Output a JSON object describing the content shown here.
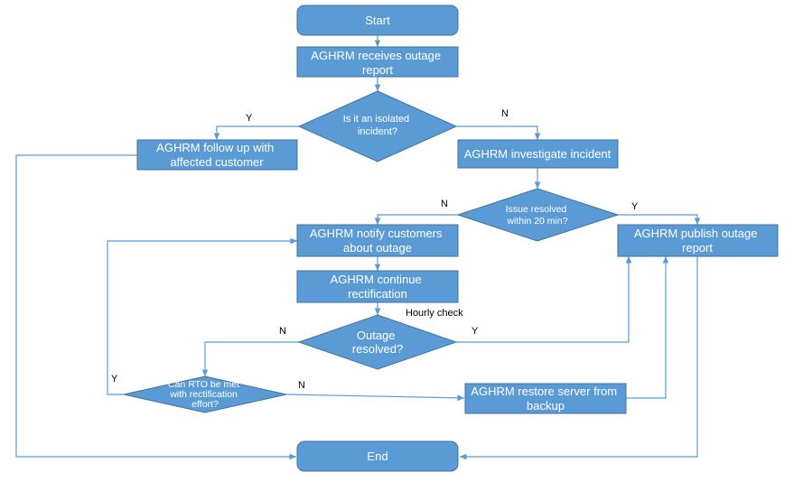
{
  "nodes": {
    "start": {
      "lines": [
        "Start"
      ]
    },
    "receive": {
      "lines": [
        "AGHRM receives outage",
        "report"
      ]
    },
    "isolated": {
      "lines": [
        "Is it an isolated",
        "incident?"
      ]
    },
    "follow_up": {
      "lines": [
        "AGHRM follow up with",
        "affected customer"
      ]
    },
    "investigate": {
      "lines": [
        "AGHRM investigate incident"
      ]
    },
    "resolved20": {
      "lines": [
        "Issue resolved",
        "within 20 min?"
      ]
    },
    "notify": {
      "lines": [
        "AGHRM  notify customers",
        "about outage"
      ]
    },
    "publish": {
      "lines": [
        "AGHRM  publish outage",
        "report"
      ]
    },
    "continue": {
      "lines": [
        "AGHRM continue",
        "rectification"
      ]
    },
    "outage_resolved": {
      "lines": [
        "Outage",
        "resolved?"
      ]
    },
    "rto": {
      "lines": [
        "Can RTO be met",
        "with rectification",
        "effort?"
      ]
    },
    "restore": {
      "lines": [
        "AGHRM restore server from",
        "backup"
      ]
    },
    "end": {
      "lines": [
        "End"
      ]
    }
  },
  "edge_labels": {
    "isolated_yes": "Y",
    "isolated_no": "N",
    "resolved20_no": "N",
    "resolved20_yes": "Y",
    "hourly_check": "Hourly check",
    "outage_no": "N",
    "outage_yes": "Y",
    "rto_yes": "Y",
    "rto_no": "N"
  },
  "colors": {
    "fill": "#5b9bd5",
    "stroke": "#41719c",
    "line": "#5b9bd5",
    "text": "#ffffff"
  }
}
